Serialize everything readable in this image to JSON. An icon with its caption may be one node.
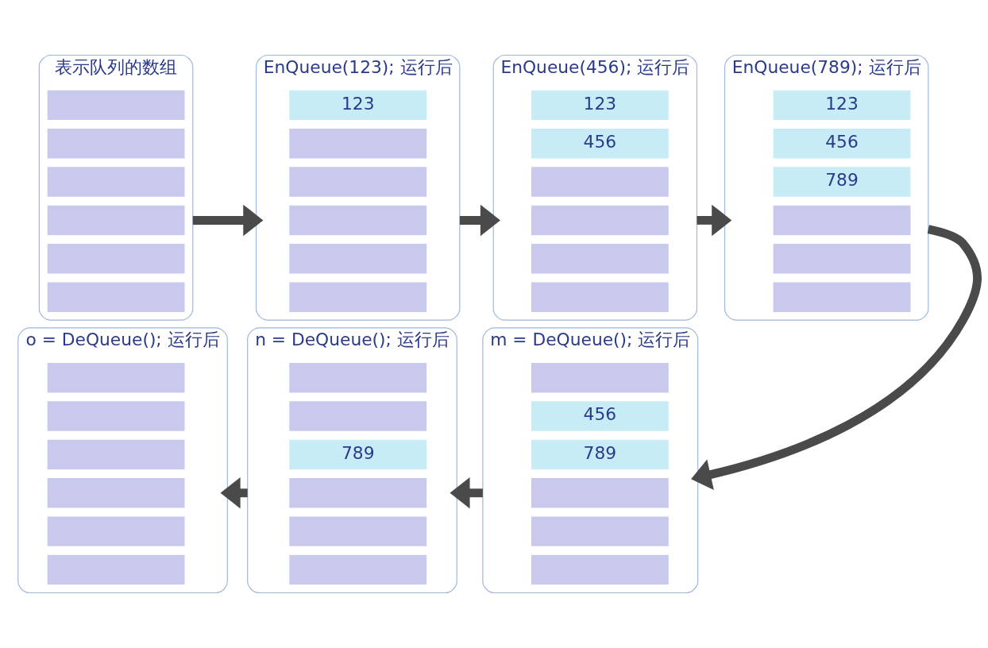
{
  "diagram": {
    "nodes": [
      {
        "text": [
          "表示队列的数组"
        ]
      },
      {
        "text": [],
        "shape": "box",
        "in": 0
      },
      {
        "text": [],
        "shape": "box",
        "in": 0
      },
      {
        "text": [],
        "shape": "box",
        "in": 0
      },
      {
        "text": [],
        "shape": "box",
        "in": 0
      },
      {
        "text": [],
        "shape": "box",
        "in": 0
      },
      {
        "text": [],
        "shape": "box",
        "in": 0
      },
      {
        "text": [
          "EnQueue(123); 运行后"
        ]
      },
      {
        "text": [
          "123"
        ],
        "in": 7
      },
      {
        "text": [],
        "shape": "box",
        "in": 7
      },
      {
        "text": [],
        "shape": "box",
        "in": 7
      },
      {
        "text": [],
        "shape": "box",
        "in": 7
      },
      {
        "text": [],
        "shape": "box",
        "in": 7
      },
      {
        "text": [],
        "shape": "box",
        "in": 7
      },
      {
        "text": [
          "EnQueue(456); 运行后"
        ]
      },
      {
        "text": [
          "123"
        ],
        "in": 14
      },
      {
        "text": [
          "456"
        ],
        "in": 14
      },
      {
        "text": [],
        "shape": "box",
        "in": 14
      },
      {
        "text": [],
        "shape": "box",
        "in": 14
      },
      {
        "text": [],
        "shape": "box",
        "in": 14
      },
      {
        "text": [],
        "shape": "box",
        "in": 14
      },
      {
        "text": [
          "EnQueue(789); 运行后"
        ]
      },
      {
        "text": [
          "123"
        ],
        "in": 21
      },
      {
        "text": [
          "456"
        ],
        "in": 21
      },
      {
        "text": [
          "789"
        ],
        "in": 21
      },
      {
        "text": [],
        "shape": "box",
        "in": 21
      },
      {
        "text": [],
        "shape": "box",
        "in": 21
      },
      {
        "text": [],
        "shape": "box",
        "in": 21
      },
      {
        "text": [
          "o = DeQueue(); 运行后"
        ]
      },
      {
        "text": [],
        "shape": "box",
        "in": 28
      },
      {
        "text": [],
        "shape": "box",
        "in": 28
      },
      {
        "text": [],
        "shape": "box",
        "in": 28
      },
      {
        "text": [],
        "shape": "box",
        "in": 28
      },
      {
        "text": [],
        "shape": "box",
        "in": 28
      },
      {
        "text": [],
        "shape": "box",
        "in": 28
      },
      {
        "text": [
          "n = DeQueue(); 运行后"
        ]
      },
      {
        "text": [],
        "shape": "box",
        "in": 35
      },
      {
        "text": [],
        "shape": "box",
        "in": 35
      },
      {
        "text": [
          "789"
        ],
        "in": 35
      },
      {
        "text": [],
        "shape": "box",
        "in": 35
      },
      {
        "text": [],
        "shape": "box",
        "in": 35
      },
      {
        "text": [],
        "shape": "box",
        "in": 35
      },
      {
        "text": [
          "m = DeQueue(); 运行后"
        ]
      },
      {
        "text": [],
        "shape": "box",
        "in": 42
      },
      {
        "text": [
          "456"
        ],
        "in": 42
      },
      {
        "text": [
          "789"
        ],
        "in": 42
      },
      {
        "text": [],
        "shape": "box",
        "in": 42
      },
      {
        "text": [],
        "shape": "box",
        "in": 42
      },
      {
        "text": [],
        "shape": "box",
        "in": 42
      }
    ],
    "edges": [
      {
        "from": 0,
        "to": 7,
        "arrow": "to"
      },
      {
        "from": 7,
        "to": 14,
        "arrow": "to"
      },
      {
        "from": 14,
        "to": 21,
        "arrow": "to"
      },
      {
        "from": 21,
        "to": 42,
        "arrow": "to"
      },
      {
        "from": 42,
        "to": 35,
        "arrow": "to"
      },
      {
        "from": 35,
        "to": 28,
        "arrow": "to"
      }
    ]
  }
}
